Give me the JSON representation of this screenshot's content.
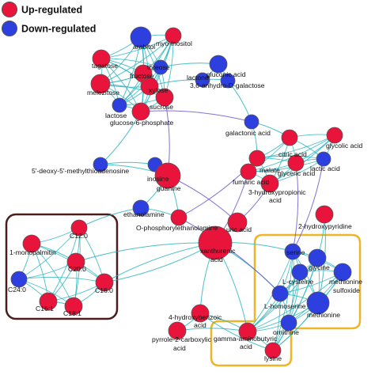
{
  "legend": {
    "up_label": "Up-regulated",
    "down_label": "Down-regulated"
  },
  "colors": {
    "up": "#e8143c",
    "down": "#2e3fe0",
    "node_stroke": "#555555",
    "edge": "#2ab5c0",
    "edge_alt": "#6a5ad0",
    "box_left": "#4a1c1c",
    "box_right": "#f0b429"
  },
  "nodes": [
    {
      "id": "arabitol",
      "label": "arabitol",
      "reg": "down"
    },
    {
      "id": "myo-inositol",
      "label": "myo-inositol",
      "reg": "up"
    },
    {
      "id": "tagatose",
      "label": "tagatose",
      "reg": "up"
    },
    {
      "id": "fructose",
      "label": "fructose",
      "reg": "up"
    },
    {
      "id": "threose",
      "label": "threose",
      "reg": "down"
    },
    {
      "id": "xylose",
      "label": "xylose",
      "reg": "up"
    },
    {
      "id": "melezitose",
      "label": "melezitose",
      "reg": "up"
    },
    {
      "id": "sucrose",
      "label": "sucrose",
      "reg": "up"
    },
    {
      "id": "lactose",
      "label": "lactose",
      "reg": "down"
    },
    {
      "id": "glucose-6-phosphate",
      "label": "glucose-6-phosphate",
      "reg": "up"
    },
    {
      "id": "gluconic-acid",
      "label": "gluconic acid",
      "reg": "down"
    },
    {
      "id": "lactone",
      "label": "lactone",
      "reg": "down"
    },
    {
      "id": "anhydro-galactose",
      "label": "3,6-anhydro-D-galactose",
      "reg": "down"
    },
    {
      "id": "galactonic-acid",
      "label": "galactonic acid",
      "reg": "down"
    },
    {
      "id": "citric-acid",
      "label": "citric acid",
      "reg": "up"
    },
    {
      "id": "glycolic-acid",
      "label": "glycolic acid",
      "reg": "up"
    },
    {
      "id": "malate",
      "label": "malate",
      "reg": "up"
    },
    {
      "id": "glyceric-acid",
      "label": "glyceric acid",
      "reg": "up"
    },
    {
      "id": "lactic-acid",
      "label": "lactic acid",
      "reg": "down"
    },
    {
      "id": "fumaric-acid",
      "label": "fumaric acid",
      "reg": "up"
    },
    {
      "id": "hydroxypropionic",
      "label": "3-hydroxypropionic",
      "reg": "up"
    },
    {
      "id": "hydroxypropionic-acid",
      "label": "acid",
      "reg": "none"
    },
    {
      "id": "mta",
      "label": "5'-deoxy-5'-methylthioadenosine",
      "reg": "down"
    },
    {
      "id": "inosine",
      "label": "inosine",
      "reg": "down"
    },
    {
      "id": "guanine",
      "label": "guanine",
      "reg": "up"
    },
    {
      "id": "ethanolamine",
      "label": "ethanolamine",
      "reg": "down"
    },
    {
      "id": "ope",
      "label": "O-phosphorylethanolamine",
      "reg": "up"
    },
    {
      "id": "uric-acid",
      "label": "uric acid",
      "reg": "up"
    },
    {
      "id": "xanthurenic-acid",
      "label": "xanthurenic",
      "reg": "up"
    },
    {
      "id": "xanthurenic-acid-2",
      "label": "acid",
      "reg": "none"
    },
    {
      "id": "hydroxypyridine",
      "label": "2-hydroxypyridine",
      "reg": "up"
    },
    {
      "id": "c12",
      "label": "C12:0",
      "reg": "up"
    },
    {
      "id": "monopalmitin",
      "label": "1-monopalmitin",
      "reg": "up"
    },
    {
      "id": "c20",
      "label": "C20:0",
      "reg": "up"
    },
    {
      "id": "c24",
      "label": "C24:0",
      "reg": "down"
    },
    {
      "id": "c160",
      "label": "C16:0",
      "reg": "up"
    },
    {
      "id": "c161",
      "label": "C16:1",
      "reg": "up"
    },
    {
      "id": "c181",
      "label": "C18:1",
      "reg": "up"
    },
    {
      "id": "serine",
      "label": "serine",
      "reg": "down"
    },
    {
      "id": "glycine",
      "label": "glycine",
      "reg": "down"
    },
    {
      "id": "l-cysteine",
      "label": "L-cysteine",
      "reg": "down"
    },
    {
      "id": "methionine-sulfoxide",
      "label": "methionine",
      "reg": "down"
    },
    {
      "id": "methionine-sulfoxide-2",
      "label": "sulfoxide",
      "reg": "none"
    },
    {
      "id": "l-homoserine",
      "label": "L-homoserine",
      "reg": "down"
    },
    {
      "id": "methionine",
      "label": "methionine",
      "reg": "down"
    },
    {
      "id": "ornithine",
      "label": "ornithine",
      "reg": "down"
    },
    {
      "id": "hydroxybenzoic",
      "label": "4-hydroxybenzoic",
      "reg": "up"
    },
    {
      "id": "hydroxybenzoic-2",
      "label": "acid",
      "reg": "none"
    },
    {
      "id": "pyrrole",
      "label": "pyrrole-2-carboxylic",
      "reg": "up"
    },
    {
      "id": "pyrrole-2",
      "label": "acid",
      "reg": "none"
    },
    {
      "id": "gaba",
      "label": "gamma-aminobutyric",
      "reg": "up"
    },
    {
      "id": "gaba-2",
      "label": "acid",
      "reg": "none"
    },
    {
      "id": "lysine",
      "label": "lysine",
      "reg": "up"
    }
  ]
}
